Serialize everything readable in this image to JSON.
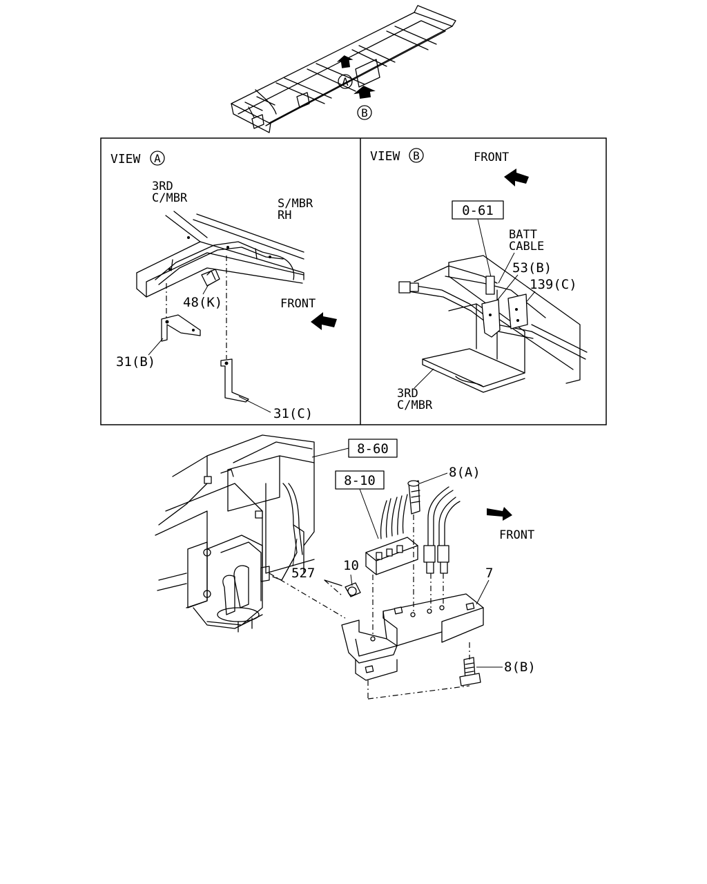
{
  "overview": {
    "marker_a": "A",
    "marker_b": "B"
  },
  "view_a": {
    "title": "VIEW",
    "title_marker": "A",
    "label_3rd_line1": "3RD",
    "label_3rd_line2": "C/MBR",
    "label_smbr_line1": "S/MBR",
    "label_smbr_line2": "RH",
    "front": "FRONT",
    "part_48k": "48(K)",
    "part_31b": "31(B)",
    "part_31c": "31(C)"
  },
  "view_b": {
    "title": "VIEW",
    "title_marker": "B",
    "front": "FRONT",
    "ref_061": "0-61",
    "batt_line1": "BATT",
    "batt_line2": "CABLE",
    "part_53b": "53(B)",
    "part_139c": "139(C)",
    "label_3rd_line1": "3RD",
    "label_3rd_line2": "C/MBR"
  },
  "main": {
    "ref_860": "8-60",
    "ref_810": "8-10",
    "part_8a": "8(A)",
    "front": "FRONT",
    "part_527": "527",
    "part_10": "10",
    "part_7": "7",
    "part_8b": "8(B)"
  }
}
